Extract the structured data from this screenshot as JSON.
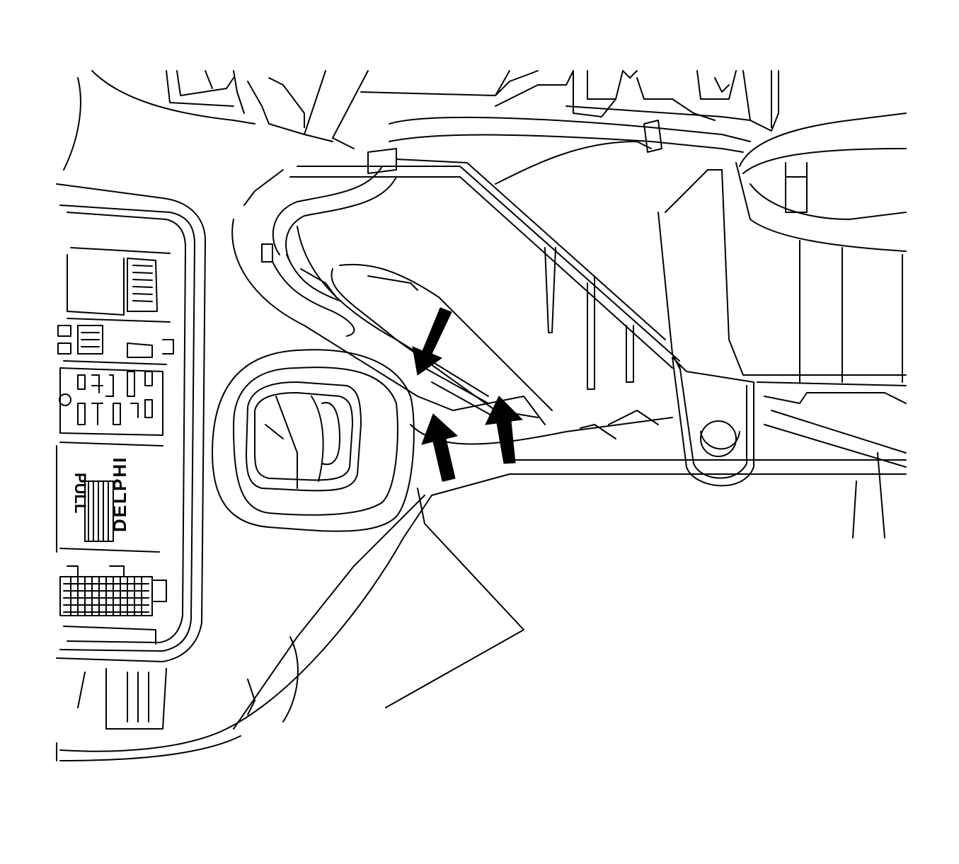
{
  "diagram": {
    "labels": {
      "pull": "PULL",
      "delphi": "DELPHI"
    },
    "arrows": [
      {
        "name": "arrow-push-down",
        "direction": "down-left"
      },
      {
        "name": "arrow-push-up-left",
        "direction": "up"
      },
      {
        "name": "arrow-push-up-right",
        "direction": "up"
      }
    ],
    "colors": {
      "line": "#000000",
      "background": "#ffffff"
    }
  }
}
